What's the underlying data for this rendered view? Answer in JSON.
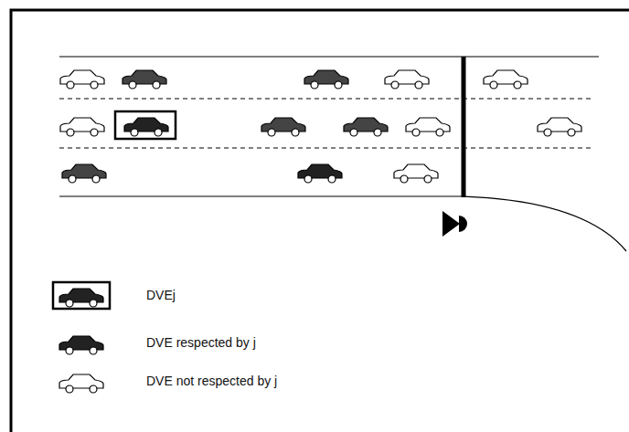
{
  "diagram": {
    "legend": [
      {
        "text": "DVEj"
      },
      {
        "text": "DVE respected by j"
      },
      {
        "text": "DVE not respected by j"
      }
    ]
  }
}
